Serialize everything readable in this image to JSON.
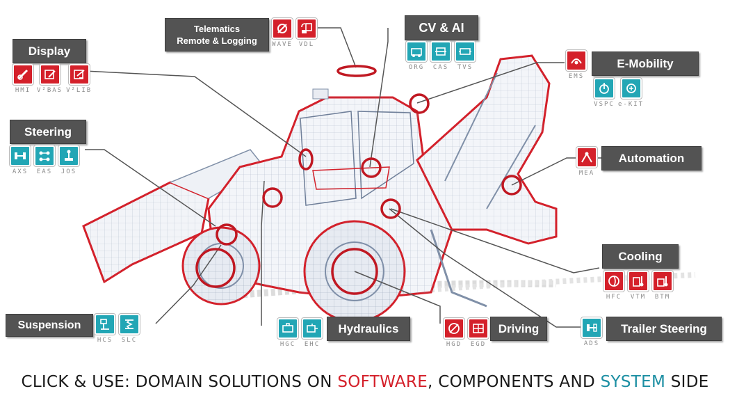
{
  "domains": {
    "telematics": {
      "title": "Telematics\nRemote & Logging",
      "icons": [
        {
          "code": "WAVE",
          "color": "red"
        },
        {
          "code": "VDL",
          "color": "red"
        }
      ]
    },
    "cv_ai": {
      "title": "CV & AI",
      "icons": [
        {
          "code": "ORG",
          "color": "teal"
        },
        {
          "code": "CAS",
          "color": "teal"
        },
        {
          "code": "TVS",
          "color": "teal"
        }
      ]
    },
    "display": {
      "title": "Display",
      "icons": [
        {
          "code": "HMI",
          "color": "red"
        },
        {
          "code": "V²BAS",
          "color": "red"
        },
        {
          "code": "V²LIB",
          "color": "red"
        }
      ]
    },
    "steering": {
      "title": "Steering",
      "icons": [
        {
          "code": "AXS",
          "color": "teal"
        },
        {
          "code": "EAS",
          "color": "teal"
        },
        {
          "code": "JOS",
          "color": "teal"
        }
      ]
    },
    "e_mobility": {
      "title": "E-Mobility",
      "icons": [
        {
          "code": "EMS",
          "color": "red"
        },
        {
          "code": "VSPC",
          "color": "teal"
        },
        {
          "code": "e-KIT",
          "color": "teal"
        }
      ]
    },
    "automation": {
      "title": "Automation",
      "icons": [
        {
          "code": "MEA",
          "color": "red"
        }
      ]
    },
    "cooling": {
      "title": "Cooling",
      "icons": [
        {
          "code": "HFC",
          "color": "red"
        },
        {
          "code": "VTM",
          "color": "red"
        },
        {
          "code": "BTM",
          "color": "red"
        }
      ]
    },
    "suspension": {
      "title": "Suspension",
      "icons": [
        {
          "code": "HCS",
          "color": "teal"
        },
        {
          "code": "SLC",
          "color": "teal"
        }
      ]
    },
    "hydraulics": {
      "title": "Hydraulics",
      "icons": [
        {
          "code": "HGC",
          "color": "teal"
        },
        {
          "code": "EHC",
          "color": "teal"
        }
      ]
    },
    "driving": {
      "title": "Driving",
      "icons": [
        {
          "code": "HGD",
          "color": "red"
        },
        {
          "code": "EGD",
          "color": "red"
        }
      ]
    },
    "trailer_steering": {
      "title": "Trailer Steering",
      "icons": [
        {
          "code": "ADS",
          "color": "teal"
        }
      ]
    }
  },
  "footer": {
    "part1": "CLICK & USE: DOMAIN SOLUTIONS ON ",
    "software": "SOFTWARE",
    "part2": ", COMPONENTS AND ",
    "system": "SYSTEM",
    "part3": " SIDE"
  },
  "colors": {
    "software": "#d4202a",
    "system": "#22a6b5",
    "label_bg": "#535353",
    "outline": "#d4202a"
  }
}
